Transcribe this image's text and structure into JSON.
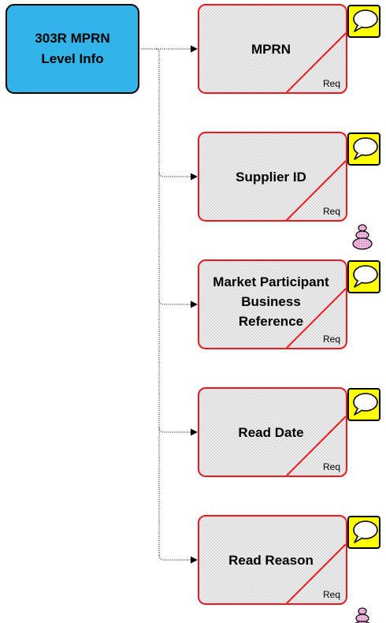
{
  "root": {
    "label_lines": [
      "303R MPRN",
      "Level Info"
    ],
    "fill": "#33b4e8",
    "stroke": "#000000"
  },
  "colors": {
    "child_stroke": "#e8191f",
    "child_fill": "#ececec",
    "note_fill": "#ffff00",
    "connector": "#000000",
    "icon_body": "#e79bcf"
  },
  "children": [
    {
      "label_lines": [
        "MPRN"
      ],
      "badge": "Req",
      "note_icon": "speech-bubble-icon",
      "extra_icon": null
    },
    {
      "label_lines": [
        "Supplier ID"
      ],
      "badge": "Req",
      "note_icon": "speech-bubble-icon",
      "extra_icon": "stacked-stones-icon"
    },
    {
      "label_lines": [
        "Market Participant",
        "Business",
        "Reference"
      ],
      "badge": "Req",
      "note_icon": "speech-bubble-icon",
      "extra_icon": null
    },
    {
      "label_lines": [
        "Read Date"
      ],
      "badge": "Req",
      "note_icon": "speech-bubble-icon",
      "extra_icon": null
    },
    {
      "label_lines": [
        "Read Reason"
      ],
      "badge": "Req",
      "note_icon": "speech-bubble-icon",
      "extra_icon": "stacked-stones-icon"
    }
  ]
}
